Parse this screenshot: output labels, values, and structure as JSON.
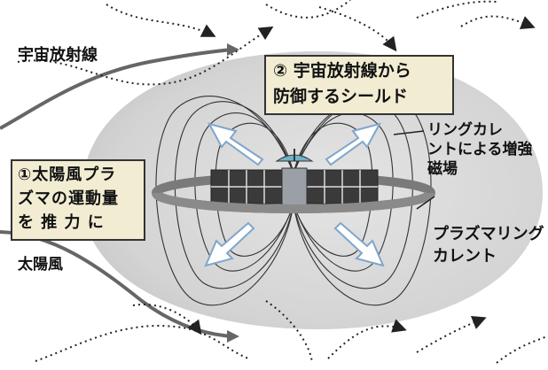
{
  "labels": {
    "cosmic_radiation": "宇宙放射線",
    "solar_wind": "太陽風",
    "ring_current_field": [
      "リングカレ",
      "ントによる増強",
      "磁場"
    ],
    "plasma_ring_current": [
      "プラズマリング",
      "カレント"
    ]
  },
  "boxes": {
    "shield": [
      "② 宇宙放射線から",
      "防御するシールド"
    ],
    "thrust": [
      "①太陽風プラ",
      "ズマの運動量",
      "を 推 力 に"
    ]
  },
  "colors": {
    "background": "#ffffff",
    "magnetosphere": "#d6d6d6",
    "box_fill": "#f1ecd2",
    "arrow_fill": "#ffffff",
    "arrow_edge": "#7fa6cc",
    "ring": "#808080",
    "flow_line": "#555555"
  }
}
